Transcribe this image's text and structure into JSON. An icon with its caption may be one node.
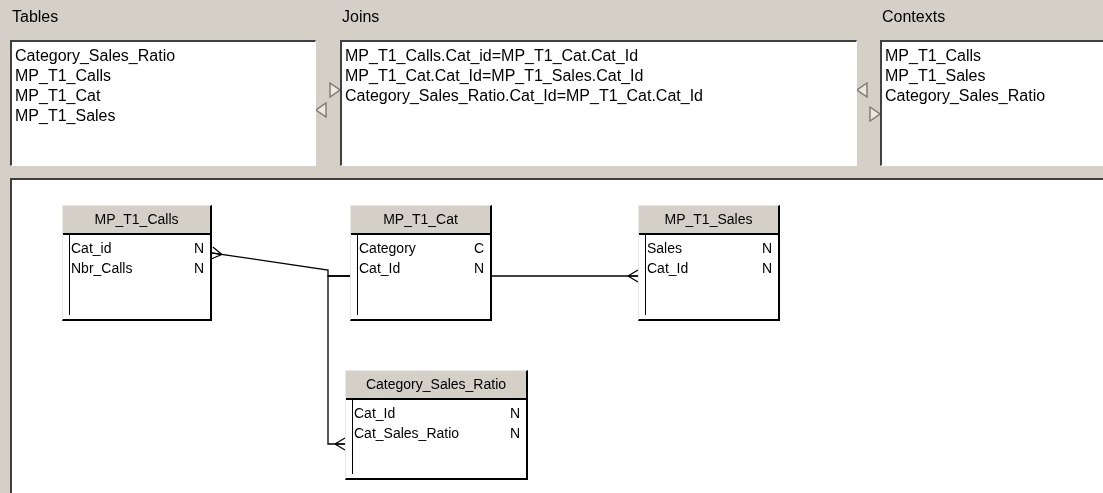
{
  "diagram": {
    "nodes": [
      {
        "text": [
          "Tables",
          "Category_Sales_Ratio",
          "MP_T1_Calls",
          "MP_T1_Cat",
          "MP_T1_Sales"
        ]
      },
      {
        "text": [
          "Joins",
          "MP_T1_Calls.Cat_id=MP_T1_Cat.Cat_Id",
          "MP_T1_Cat.Cat_Id=MP_T1_Sales.Cat_Id",
          "Category_Sales_Ratio.Cat_Id=MP_T1_Cat.Cat_Id"
        ]
      },
      {
        "text": [
          "Contexts",
          "MP_T1_Calls",
          "MP_T1_Sales",
          "Category_Sales_Ratio"
        ]
      },
      {
        "text": [
          "MP_T1_Calls",
          "Cat_id",
          "N",
          "Nbr_Calls",
          "N"
        ]
      },
      {
        "text": [
          "MP_T1_Cat",
          "Category",
          "C",
          "Cat_Id",
          "N"
        ]
      },
      {
        "text": [
          "MP_T1_Sales",
          "Sales",
          "N",
          "Cat_Id",
          "N"
        ]
      },
      {
        "text": [
          "Category_Sales_Ratio",
          "Cat_Id",
          "N",
          "Cat_Sales_Ratio",
          "N"
        ]
      }
    ],
    "edges": [
      {
        "from": 4,
        "to": 3,
        "arrow": "other",
        "color": "#000000"
      },
      {
        "from": 4,
        "to": 5,
        "arrow": "other",
        "color": "#000000"
      },
      {
        "from": 4,
        "to": 6,
        "arrow": "other",
        "color": "#000000"
      },
      {
        "from": 0,
        "to": 1,
        "arrow": "to"
      },
      {
        "from": 1,
        "to": 0,
        "arrow": "to"
      },
      {
        "from": 2,
        "to": 1,
        "arrow": "to"
      },
      {
        "from": 1,
        "to": 2,
        "arrow": "to"
      }
    ]
  }
}
